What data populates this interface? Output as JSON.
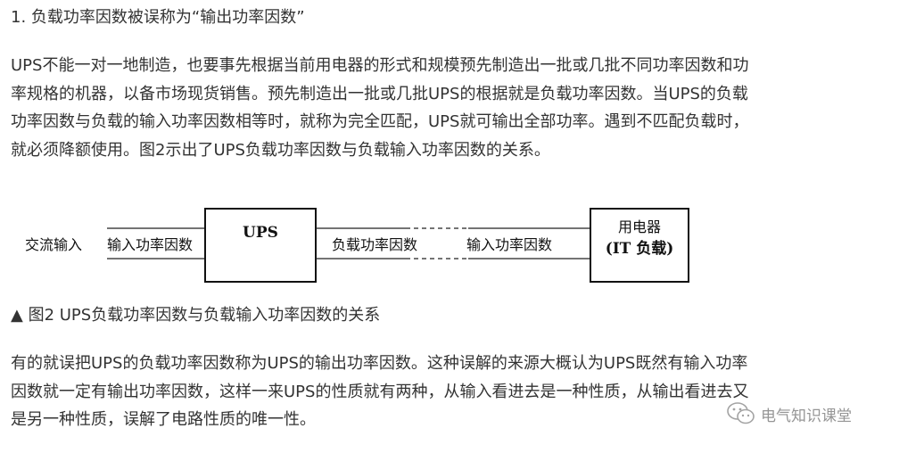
{
  "heading": "1. 负载功率因数被误称为“输出功率因数”",
  "paragraph1": {
    "lines": [
      "UPS不能一对一地制造，也要事先根据当前用电器的形式和规模预先制造出一批或几批不同功率因数和功",
      "率规格的机器，以备市场现货销售。预先制造出一批或几批UPS的根据就是负载功率因数。当UPS的负载",
      "功率因数与负载的输入功率因数相等时，就称为完全匹配，UPS就可输出全部功率。遇到不匹配负载时，",
      "就必须降额使用。图2示出了UPS负载功率因数与负载输入功率因数的关系。"
    ]
  },
  "diagram": {
    "ac_input_label": "交流输入",
    "input_pf_label_left": "输入功率因数",
    "ups_label": "UPS",
    "load_pf_label": "负载功率因数",
    "input_pf_label_right": "输入功率因数",
    "appliance_label": "用电器",
    "appliance_sub_label": "(IT 负载)"
  },
  "caption": "▲ 图2 UPS负载功率因数与负载输入功率因数的关系",
  "paragraph2": {
    "lines": [
      "有的就误把UPS的负载功率因数称为UPS的输出功率因数。这种误解的来源大概认为UPS既然有输入功率",
      "因数就一定有输出功率因数，这样一来UPS的性质就有两种，从输入看进去是一种性质，从输出看进去又",
      "是另一种性质，误解了电路性质的唯一性。"
    ]
  },
  "watermark": {
    "text": "电气知识课堂",
    "icon": "wechat-icon"
  }
}
